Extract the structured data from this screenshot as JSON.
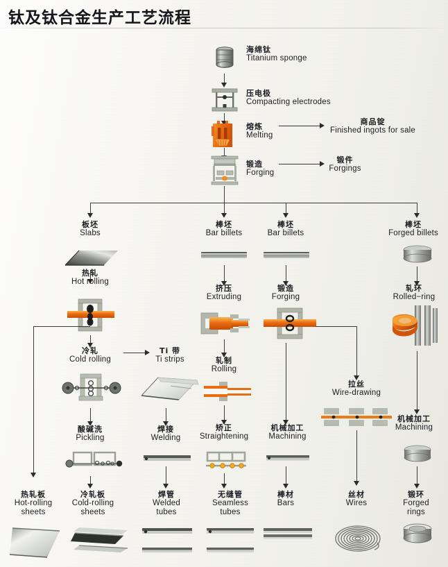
{
  "title": "钛及钛合金生产工艺流程",
  "nodes": {
    "sponge": {
      "cn": "海绵钛",
      "en": "Titanium sponge"
    },
    "compacting": {
      "cn": "压电极",
      "en": "Compacting  electrodes"
    },
    "melting": {
      "cn": "熔炼",
      "en": "Melting"
    },
    "ingots": {
      "cn": "商品锭",
      "en": "Finished  ingots  for  sale"
    },
    "forging_top": {
      "cn": "锻造",
      "en": "Forging"
    },
    "forgings": {
      "cn": "锻件",
      "en": "Forgings"
    },
    "slabs": {
      "cn": "板坯",
      "en": "Slabs"
    },
    "bar_billets1": {
      "cn": "棒坯",
      "en": "Bar  billets"
    },
    "bar_billets2": {
      "cn": "棒坯",
      "en": "Bar  billets"
    },
    "forged_billets": {
      "cn": "棒坯",
      "en": "Forged  billets"
    },
    "hot_rolling": {
      "cn": "热轧",
      "en": "Hot  rolling"
    },
    "extruding": {
      "cn": "挤压",
      "en": "Extruding"
    },
    "forging_mid": {
      "cn": "锻造",
      "en": "Forging"
    },
    "rolled_ring": {
      "cn": "轧环",
      "en": "Rolled−ring"
    },
    "cold_rolling": {
      "cn": "冷轧",
      "en": "Cold  rolling"
    },
    "ti_strips": {
      "cn": "Ti 带",
      "en": "Ti strips"
    },
    "rolling": {
      "cn": "轧制",
      "en": "Rolling"
    },
    "wire_drawing": {
      "cn": "拉丝",
      "en": "Wire-drawing"
    },
    "pickling": {
      "cn": "酸碱洗",
      "en": "Pickling"
    },
    "welding": {
      "cn": "焊接",
      "en": "Welding"
    },
    "straightening": {
      "cn": "矫正",
      "en": "Straightening"
    },
    "machining_mid": {
      "cn": "机械加工",
      "en": "Machining"
    },
    "machining_right": {
      "cn": "机械加工",
      "en": "Machining"
    },
    "hot_sheets": {
      "cn": "热轧板",
      "en": "Hot-rolling",
      "en2": "sheets"
    },
    "cold_sheets": {
      "cn": "冷轧板",
      "en": "Cold-rolling",
      "en2": "sheets"
    },
    "welded_tubes": {
      "cn": "焊管",
      "en": "Welded",
      "en2": "tubes"
    },
    "seamless_tubes": {
      "cn": "无缝管",
      "en": "Seamless",
      "en2": "tubes"
    },
    "bars": {
      "cn": "棒材",
      "en": "Bars"
    },
    "wires": {
      "cn": "丝材",
      "en": "Wires"
    },
    "forged_rings": {
      "cn": "锻环",
      "en": "Forged",
      "en2": "rings"
    }
  },
  "colors": {
    "hot_metal_orange": "#e8691a",
    "hot_metal_light": "#f6a93c",
    "machine_grey": "#a8ae9f",
    "metal_grey": "#8c8f8b",
    "line": "#3a3a3a",
    "text": "#1b1c20",
    "paper": "#f2f1ec"
  }
}
